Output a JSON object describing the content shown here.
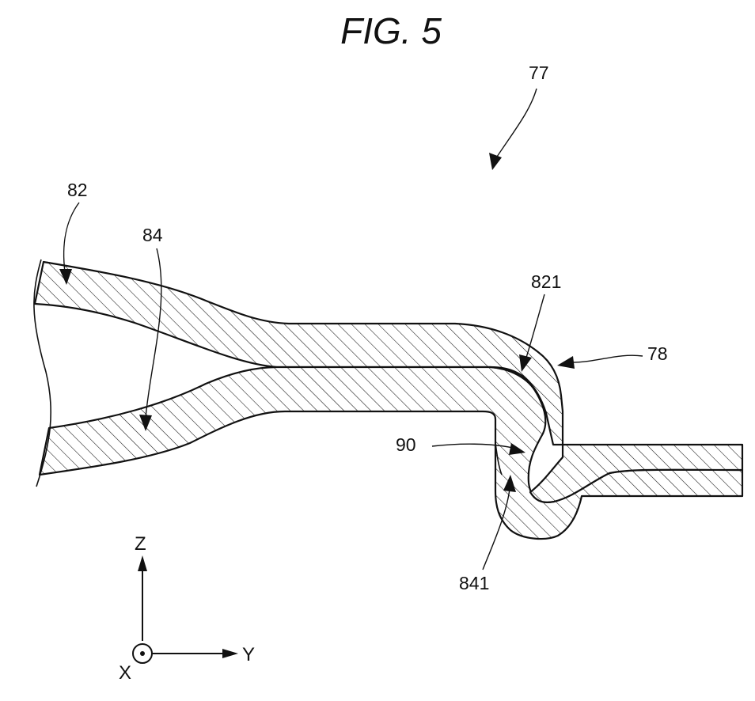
{
  "figure": {
    "title": "FIG. 5"
  },
  "labels": {
    "ref_77": "77",
    "ref_82": "82",
    "ref_84": "84",
    "ref_821": "821",
    "ref_78": "78",
    "ref_90": "90",
    "ref_841": "841"
  },
  "axes": {
    "z": "Z",
    "y": "Y",
    "x": "X"
  },
  "colors": {
    "ink": "#111111",
    "paper": "#ffffff"
  }
}
